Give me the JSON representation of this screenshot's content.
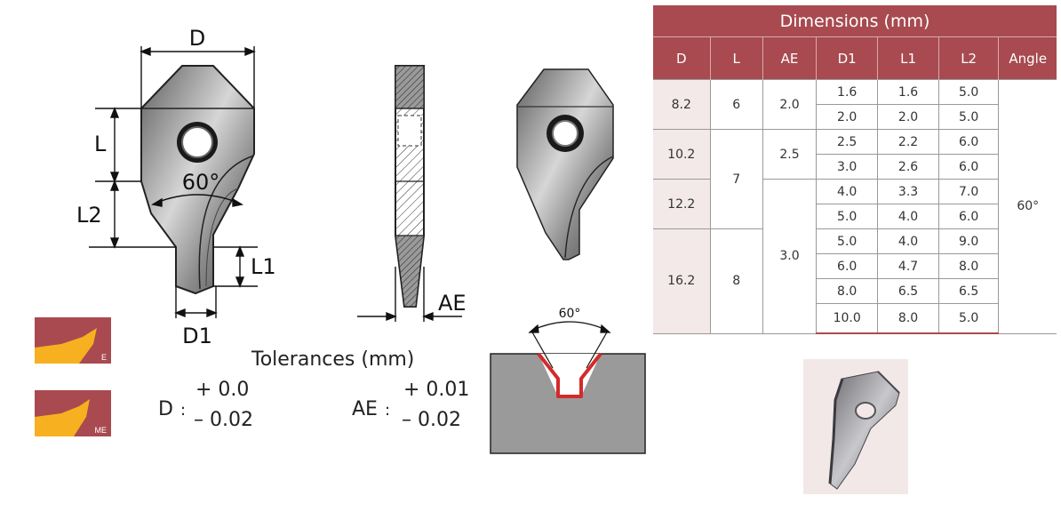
{
  "diagram_labels": {
    "d": "D",
    "l": "L",
    "l2": "L2",
    "l1": "L1",
    "d1": "D1",
    "angle_main": "60°",
    "ae": "AE",
    "angle_groove": "60°"
  },
  "badges": [
    {
      "tag": "E"
    },
    {
      "tag": "ME"
    }
  ],
  "tolerances": {
    "title": "Tolerances (mm)",
    "d_label": "D",
    "d_upper": "+ 0.0",
    "d_lower": "– 0.02",
    "ae_label": "AE",
    "ae_upper": "+ 0.01",
    "ae_lower": "– 0.02"
  },
  "table": {
    "caption": "Dimensions (mm)",
    "headers": [
      "D",
      "L",
      "AE",
      "D1",
      "L1",
      "L2",
      "Angle"
    ],
    "d_values": [
      "8.2",
      "10.2",
      "12.2",
      "16.2"
    ],
    "l_values": [
      "6",
      "7",
      "8"
    ],
    "ae_values": [
      "2.0",
      "2.5",
      "3.0"
    ],
    "angle": "60°",
    "rows": [
      [
        "1.6",
        "1.6",
        "5.0"
      ],
      [
        "2.0",
        "2.0",
        "5.0"
      ],
      [
        "2.5",
        "2.2",
        "6.0"
      ],
      [
        "3.0",
        "2.6",
        "6.0"
      ],
      [
        "4.0",
        "3.3",
        "7.0"
      ],
      [
        "5.0",
        "4.0",
        "6.0"
      ],
      [
        "5.0",
        "4.0",
        "9.0"
      ],
      [
        "6.0",
        "4.7",
        "8.0"
      ],
      [
        "8.0",
        "6.5",
        "6.5"
      ],
      [
        "10.0",
        "8.0",
        "5.0"
      ]
    ]
  },
  "colors": {
    "brand": "#a84a50",
    "badge_orange": "#f6b020",
    "groove_red": "#d42a2a",
    "block_gray": "#9a9a9a"
  }
}
